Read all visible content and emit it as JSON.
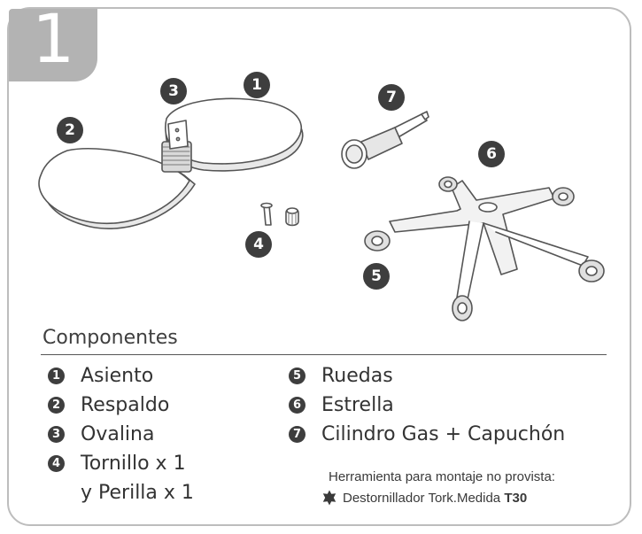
{
  "step": {
    "number": "1"
  },
  "illustration_labels": [
    "1",
    "2",
    "3",
    "4",
    "5",
    "6",
    "7"
  ],
  "components": {
    "title": "Componentes",
    "left": [
      {
        "num": "1",
        "label": "Asiento"
      },
      {
        "num": "2",
        "label": "Respaldo"
      },
      {
        "num": "3",
        "label": "Ovalina"
      },
      {
        "num": "4",
        "label": "Tornillo x 1",
        "continuation": "y Perilla x 1"
      }
    ],
    "right": [
      {
        "num": "5",
        "label": "Ruedas"
      },
      {
        "num": "6",
        "label": "Estrella"
      },
      {
        "num": "7",
        "label": "Cilindro Gas + Capuchón"
      }
    ]
  },
  "tool_note": {
    "heading": "Herramienta para montaje no provista:",
    "item": "Destornillador Tork.Medida",
    "size": "T30",
    "icon": "torx-star-icon"
  },
  "colors": {
    "frame": "#bdbdbd",
    "tab": "#b3b3b3",
    "badge": "#3e3e3e"
  }
}
